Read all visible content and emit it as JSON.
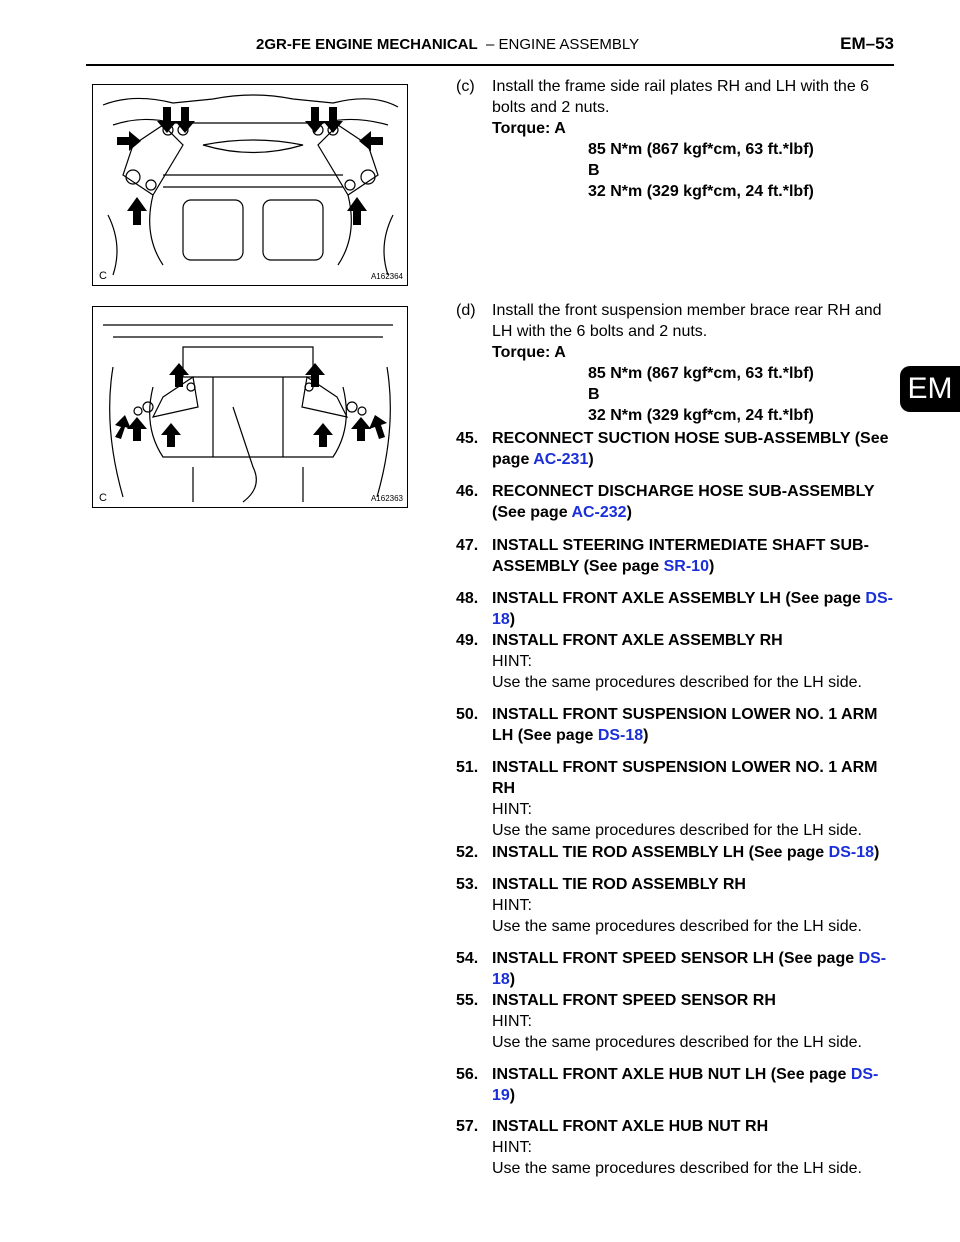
{
  "header": {
    "title_bold": "2GR-FE ENGINE MECHANICAL",
    "title_rest": "– ENGINE ASSEMBLY",
    "page_code": "EM–53"
  },
  "side_tab": "EM",
  "figures": [
    {
      "letter": "C",
      "id": "A162364"
    },
    {
      "letter": "C",
      "id": "A162363"
    }
  ],
  "substeps": [
    {
      "mark": "(c)",
      "text": "Install the frame side rail plates RH and LH with the 6 bolts and 2 nuts.",
      "torque_label": "Torque: A",
      "torque_a": "85 N*m (867 kgf*cm, 63 ft.*lbf)",
      "torque_b_label": "B",
      "torque_b": "32 N*m (329 kgf*cm, 24 ft.*lbf)"
    },
    {
      "mark": "(d)",
      "text": "Install the front suspension member brace rear RH and LH with the 6 bolts and 2 nuts.",
      "torque_label": "Torque: A",
      "torque_a": "85 N*m (867 kgf*cm, 63 ft.*lbf)",
      "torque_b_label": "B",
      "torque_b": "32 N*m (329 kgf*cm, 24 ft.*lbf)"
    }
  ],
  "steps": [
    {
      "num": "45.",
      "l1": "RECONNECT SUCTION HOSE SUB-ASSEMBLY (See",
      "l2pre": "page ",
      "link": "AC-231",
      "l2post": ")"
    },
    {
      "num": "46.",
      "l1": "RECONNECT DISCHARGE HOSE SUB-ASSEMBLY",
      "l2pre": "(See page ",
      "link": "AC-232",
      "l2post": ")"
    },
    {
      "num": "47.",
      "l1": "INSTALL STEERING INTERMEDIATE SHAFT SUB-",
      "l2pre": "ASSEMBLY (See page ",
      "link": "SR-10",
      "l2post": ")"
    },
    {
      "num": "48.",
      "l1pre": "INSTALL FRONT AXLE ASSEMBLY LH (See page ",
      "l1link": "DS-",
      "link2": "18",
      "l2post": ")"
    },
    {
      "num": "49.",
      "head": "INSTALL FRONT AXLE ASSEMBLY RH",
      "hint": "HINT:",
      "hint_text": "Use the same procedures described for the LH side."
    },
    {
      "num": "50.",
      "l1": "INSTALL FRONT SUSPENSION LOWER NO. 1 ARM",
      "l2pre": "LH (See page ",
      "link": "DS-18",
      "l2post": ")"
    },
    {
      "num": "51.",
      "l1": "INSTALL FRONT SUSPENSION LOWER NO. 1 ARM",
      "l2": "RH",
      "hint": "HINT:",
      "hint_text": "Use the same procedures described for the LH side."
    },
    {
      "num": "52.",
      "l1pre": "INSTALL TIE ROD ASSEMBLY LH (See page ",
      "l1link": "DS-18",
      "l1post": ")"
    },
    {
      "num": "53.",
      "head": "INSTALL TIE ROD ASSEMBLY RH",
      "hint": "HINT:",
      "hint_text": "Use the same procedures described for the LH side."
    },
    {
      "num": "54.",
      "l1pre": "INSTALL FRONT SPEED SENSOR LH (See page ",
      "l1link": "DS-",
      "link2": "18",
      "l2post": ")"
    },
    {
      "num": "55.",
      "head": "INSTALL FRONT SPEED SENSOR RH",
      "hint": "HINT:",
      "hint_text": "Use the same procedures described for the LH side."
    },
    {
      "num": "56.",
      "l1pre": "INSTALL FRONT AXLE HUB NUT LH (See page ",
      "l1link": "DS-",
      "link2": "19",
      "l2post": ")"
    },
    {
      "num": "57.",
      "head": "INSTALL FRONT AXLE HUB NUT RH",
      "hint": "HINT:",
      "hint_text": "Use the same procedures described for the LH side."
    }
  ]
}
